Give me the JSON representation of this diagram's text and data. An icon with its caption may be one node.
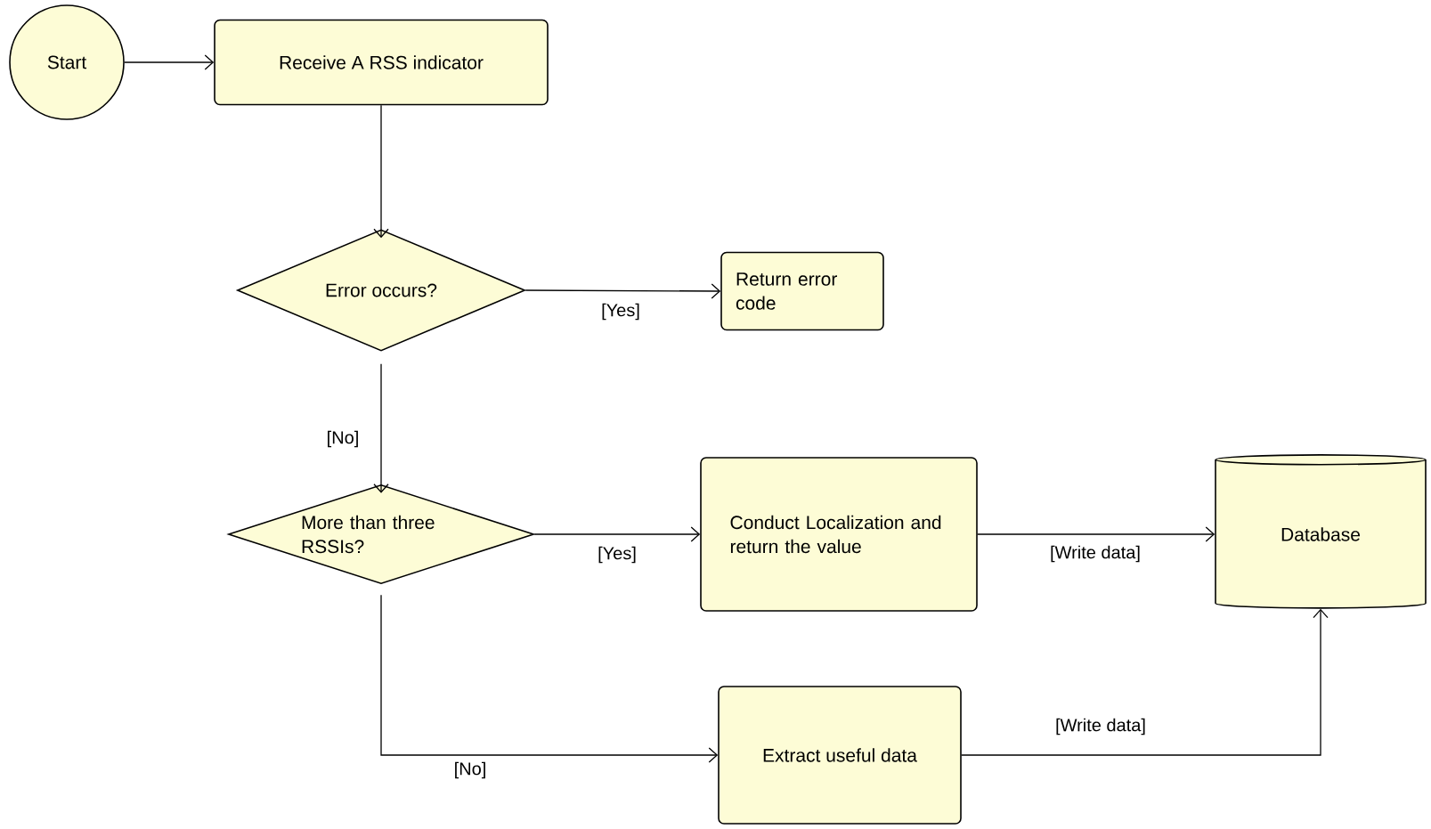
{
  "diagram": {
    "nodes": [
      {
        "text": [
          "Start"
        ]
      },
      {
        "text": [
          "Receive A RSS indicator"
        ]
      },
      {
        "text": [
          "Error occurs?"
        ]
      },
      {
        "text": [
          "Return error code"
        ]
      },
      {
        "text": [
          "More than three RSSIs?"
        ]
      },
      {
        "text": [
          "Conduct Localization and return the value"
        ]
      },
      {
        "text": [
          "Database"
        ]
      },
      {
        "text": [
          "Extract useful data"
        ]
      }
    ],
    "edges": [
      {
        "from": 0,
        "to": 1,
        "arrow": "to"
      },
      {
        "from": 1,
        "to": 2,
        "arrow": "to"
      },
      {
        "from": 2,
        "to": 3,
        "arrow": "to",
        "label": "[Yes]"
      },
      {
        "from": 2,
        "to": 4,
        "arrow": "to",
        "label": "[No]"
      },
      {
        "from": 4,
        "to": 5,
        "arrow": "to",
        "label": "[Yes]"
      },
      {
        "from": 5,
        "to": 6,
        "arrow": "to",
        "label": "[Write data]"
      },
      {
        "from": 4,
        "to": 7,
        "arrow": "to",
        "label": "[No]"
      },
      {
        "from": 7,
        "to": 6,
        "arrow": "to",
        "label": "[Write data]"
      }
    ]
  }
}
